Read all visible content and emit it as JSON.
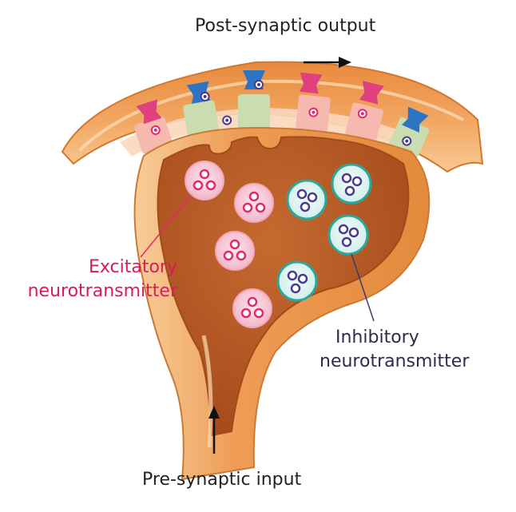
{
  "labels": {
    "post_output": "Post-synaptic output",
    "pre_input": "Pre-synaptic input",
    "excitatory_line1": "Excitatory",
    "excitatory_line2": "neurotransmitter",
    "inhibitory_line1": "Inhibitory",
    "inhibitory_line2": "neurotransmitter"
  },
  "colors": {
    "membrane_light": "#f7c58f",
    "membrane_mid": "#ec9a52",
    "membrane_dark": "#c96a22",
    "terminal_inner": "#b85a24",
    "excitatory": "#e0296e",
    "excitatory_vesicle": "#f6c9d6",
    "inhibitory": "#4a3c8c",
    "inhibitory_ring": "#2aa89c",
    "receptor_excitatory": "#e0407e",
    "receptor_inhibitory": "#2e74c4",
    "cleft_green": "#c9ddb0",
    "cleft_pink": "#f6b9b0"
  },
  "icons": {
    "output_arrow": "arrow-right-icon",
    "input_arrow": "arrow-up-icon"
  },
  "receptors": [
    "excitatory",
    "inhibitory",
    "inhibitory",
    "excitatory",
    "excitatory",
    "inhibitory"
  ],
  "vesicles": {
    "excitatory_count": 4,
    "inhibitory_count": 4
  }
}
